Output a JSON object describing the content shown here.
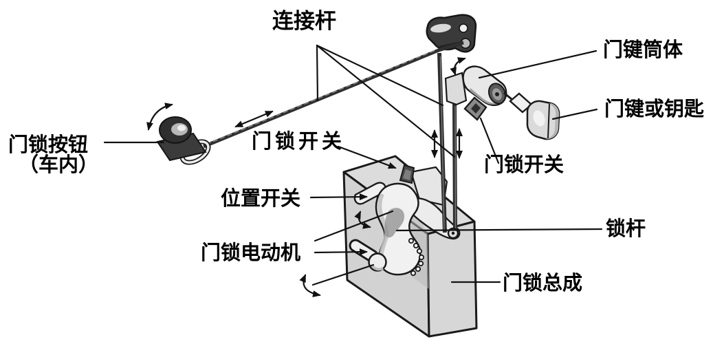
{
  "diagram": {
    "kind": "door-lock-mechanism-technical-diagram",
    "background": "#ffffff"
  },
  "labels": {
    "connecting_rod": "连接杆",
    "door_key_cylinder": "门键筒体",
    "door_key_or_key": "门键或钥匙",
    "door_lock_button_line1": "门锁按钮",
    "door_lock_button_line2": "（车内）",
    "door_lock_switch_upper": "门锁开关",
    "door_lock_switch_right": "门锁开关",
    "position_switch": "位置开关",
    "door_lock_motor": "门锁电动机",
    "lock_rod": "锁杆",
    "door_lock_assembly": "门锁总成"
  },
  "colors": {
    "line": "#111111",
    "text": "#000000",
    "box_top_face": "#dcdcdc",
    "box_front_face": "#d2d2d2",
    "box_right_face": "#d7d7d7",
    "part_light": "#efefef",
    "metal_dark": "#2f2f2f"
  }
}
